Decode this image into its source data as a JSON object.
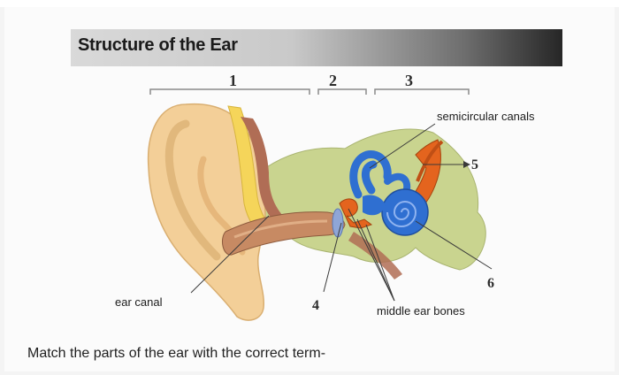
{
  "header": {
    "title": "Structure of the Ear"
  },
  "numbers": {
    "n1": "1",
    "n2": "2",
    "n3": "3",
    "n4": "4",
    "n5": "5",
    "n6": "6"
  },
  "labels": {
    "ear_canal": "ear canal",
    "semicircular_canals": "semicircular canals",
    "middle_ear_bones": "middle ear bones"
  },
  "instruction": "Match the parts of the ear with the correct term-",
  "colors": {
    "outer_ear": "#f3cf98",
    "canal_yellow": "#f5d55a",
    "bone_green": "#c9d48f",
    "muscle": "#b06d55",
    "inner_ear_blue": "#2f6fd1",
    "ossicles_orange": "#e4641e"
  }
}
